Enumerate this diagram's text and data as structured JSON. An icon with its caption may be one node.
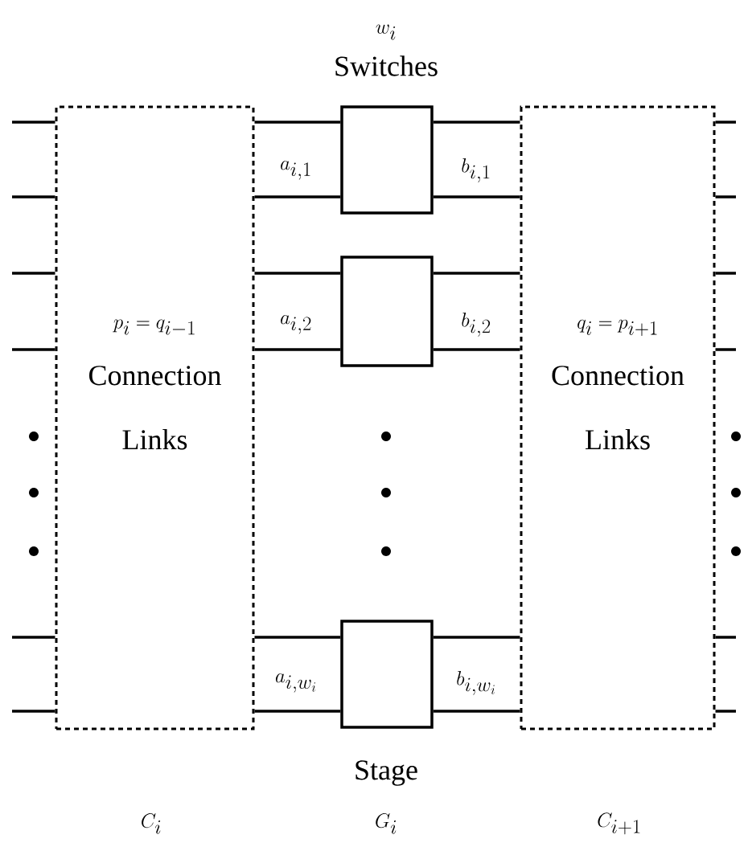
{
  "diagram": {
    "nodes": [
      {
        "text": [
          "p_i = q_{i-1}",
          "Connection Links"
        ]
      },
      {
        "text": [],
        "shape": "box"
      },
      {
        "text": [],
        "shape": "box"
      },
      {
        "text": [],
        "shape": "box"
      },
      {
        "text": [
          "q_i = p_{i+1}",
          "Connection Links"
        ]
      }
    ],
    "edges": [
      {
        "from": null,
        "to": 0,
        "arrow": "none"
      },
      {
        "from": null,
        "to": 0,
        "arrow": "none"
      },
      {
        "from": null,
        "to": 0,
        "arrow": "none"
      },
      {
        "from": null,
        "to": 0,
        "arrow": "none"
      },
      {
        "from": null,
        "to": 0,
        "arrow": "none"
      },
      {
        "from": null,
        "to": 0,
        "arrow": "none"
      },
      {
        "from": 0,
        "to": 1,
        "arrow": "none"
      },
      {
        "from": 0,
        "to": 1,
        "arrow": "none"
      },
      {
        "from": 1,
        "to": 4,
        "arrow": "none"
      },
      {
        "from": 1,
        "to": 4,
        "arrow": "none"
      },
      {
        "from": 0,
        "to": 2,
        "arrow": "none"
      },
      {
        "from": 0,
        "to": 2,
        "arrow": "none"
      },
      {
        "from": 2,
        "to": 4,
        "arrow": "none"
      },
      {
        "from": 2,
        "to": 4,
        "arrow": "none"
      },
      {
        "from": 0,
        "to": 3,
        "arrow": "none"
      },
      {
        "from": 0,
        "to": 3,
        "arrow": "none"
      },
      {
        "from": 3,
        "to": 4,
        "arrow": "none"
      },
      {
        "from": 3,
        "to": 4,
        "arrow": "none"
      },
      {
        "from": 4,
        "to": null,
        "arrow": "none"
      },
      {
        "from": 4,
        "to": null,
        "arrow": "none"
      },
      {
        "from": 4,
        "to": null,
        "arrow": "none"
      },
      {
        "from": 4,
        "to": null,
        "arrow": "none"
      },
      {
        "from": 4,
        "to": null,
        "arrow": "none"
      },
      {
        "from": 4,
        "to": null,
        "arrow": "none"
      }
    ],
    "labels": [
      "w_i",
      "Switches",
      "a_{i,1}",
      "b_{i,1}",
      "a_{i,2}",
      "b_{i,2}",
      "a_{i,w_i}",
      "b_{i,w_i}",
      "Stage",
      "C_i",
      "G_i",
      "C_{i+1}"
    ]
  }
}
